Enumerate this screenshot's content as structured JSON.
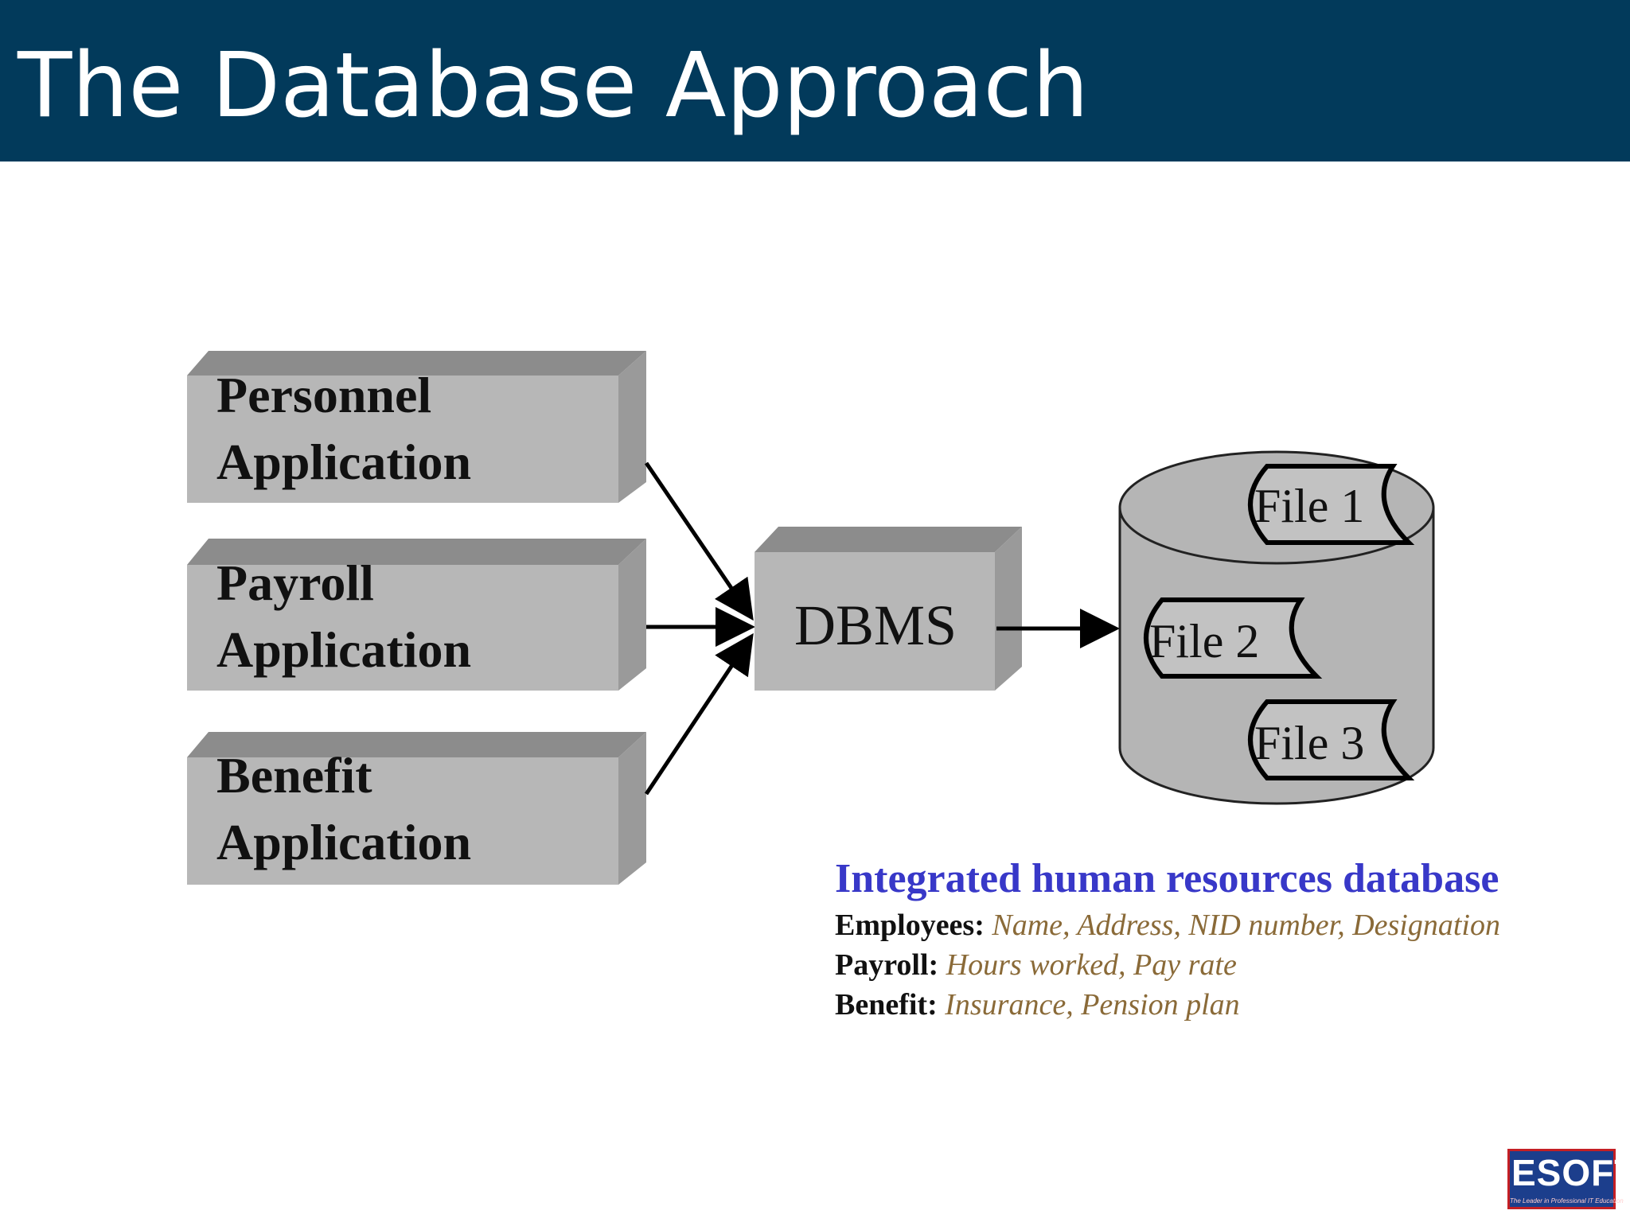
{
  "slide": {
    "title": "The Database Approach"
  },
  "diagram": {
    "applications": [
      {
        "line1": "Personnel",
        "line2": "Application"
      },
      {
        "line1": "Payroll",
        "line2": "Application"
      },
      {
        "line1": "Benefit",
        "line2": "Application"
      }
    ],
    "dbms_label": "DBMS",
    "files": [
      "File 1",
      "File 2",
      "File 3"
    ]
  },
  "info": {
    "title": "Integrated human resources database",
    "rows": [
      {
        "key": "Employees:",
        "value": "Name, Address, NID number, Designation"
      },
      {
        "key": "Payroll:",
        "value": "Hours worked, Pay rate"
      },
      {
        "key": "Benefit:",
        "value": "Insurance, Pension plan"
      }
    ]
  },
  "logo": {
    "text": "ESOFT",
    "tagline": "The Leader in Professional IT Education"
  },
  "colors": {
    "header_bg": "#023a5b",
    "info_title": "#3838c8",
    "info_value": "#8a6a38"
  }
}
